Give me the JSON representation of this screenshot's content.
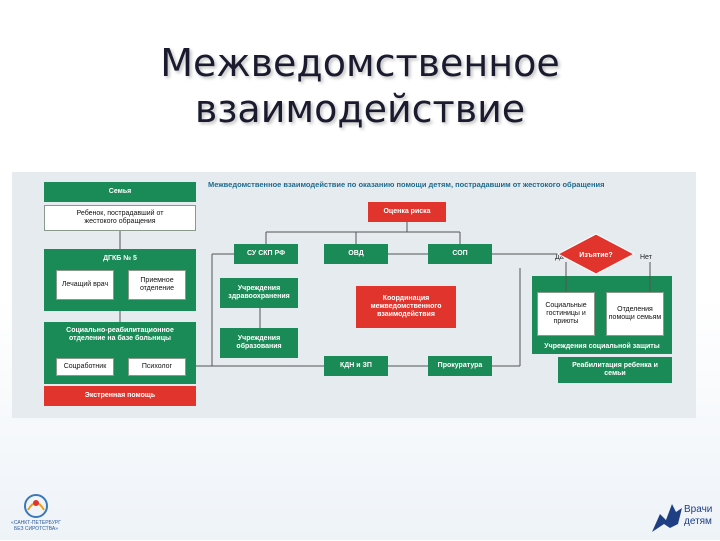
{
  "slide": {
    "title_line1": "Межведомственное",
    "title_line2": "взаимодействие"
  },
  "diagram": {
    "heading": "Межведомственное взаимодействие по оказанию помощи детям, пострадавшим от жестокого обращения",
    "family": "Семья",
    "child": "Ребенок, пострадавший от жестокого обращения",
    "dgkb": "ДГКБ № 5",
    "doctor": "Лечащий врач",
    "reception": "Приемное отделение",
    "rehab_dept": "Социально-реабилитационное отделение на базе больницы",
    "social_worker": "Соцработник",
    "psychologist": "Психолог",
    "emergency": "Экстренная помощь",
    "risk": "Оценка риска",
    "su_skp": "СУ СКП РФ",
    "ovd": "ОВД",
    "sop": "СОП",
    "health": "Учреждения здравоохранения",
    "coordination": "Координация межведомственного взаимодействия",
    "education": "Учреждения образования",
    "kdn": "КДН и ЗП",
    "prosecutor": "Прокуратура",
    "removal": "Изъятие?",
    "yes": "Да",
    "no": "Нет",
    "shelters": "Социальные гостиницы и приюты",
    "family_help": "Отделения помощи семьям",
    "social_protection": "Учреждения социальной защиты",
    "rehabilitation": "Реабилитация ребенка и семьи"
  },
  "logos": {
    "right_line1": "Врачи",
    "right_line2": "детям",
    "left_text": "«САНКТ-ПЕТЕРБУРГ БЕЗ СИРОТСТВА»"
  }
}
